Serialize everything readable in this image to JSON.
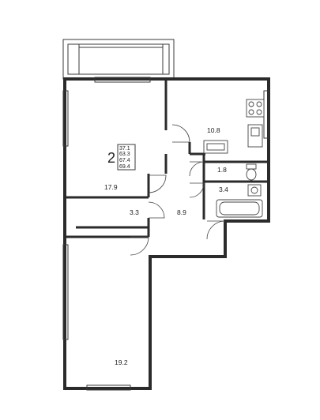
{
  "plan": {
    "rooms_count": "2",
    "areas": {
      "living": "37.1",
      "a2": "63.3",
      "total": "67.4",
      "total_with_balcony": "69.4"
    },
    "rooms": {
      "kitchen": "10.8",
      "room_top": "17.9",
      "wardrobe": "3.3",
      "hall": "8.9",
      "wc": "1.8",
      "bath": "3.4",
      "room_bottom": "19.2"
    }
  }
}
